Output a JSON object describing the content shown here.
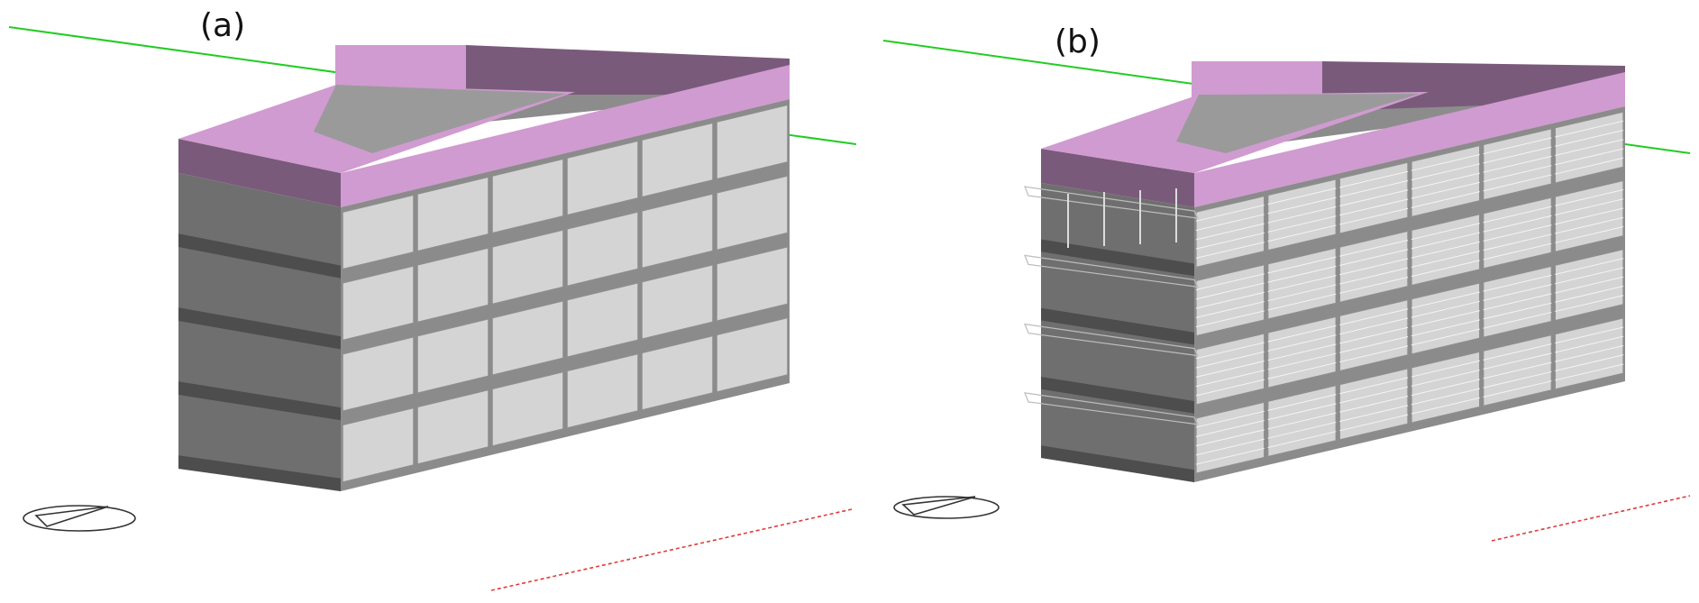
{
  "figure": {
    "panels": [
      {
        "id": "a",
        "label": "(a)"
      },
      {
        "id": "b",
        "label": "(b)"
      }
    ],
    "colors": {
      "roof_top": "#d09bd0",
      "roof_side": "#7a5a7a",
      "wall_dark": "#6f6f6f",
      "wall_darker": "#4d4d4d",
      "slab": "#8b8b8b",
      "window": "#d4d4d4",
      "mullion": "#8d8d8d",
      "sun_path_line": "#22cc22",
      "ground_line": "#e23a3a",
      "shading_device": "#f2f2f2"
    },
    "icons": [
      "compass-icon"
    ]
  }
}
